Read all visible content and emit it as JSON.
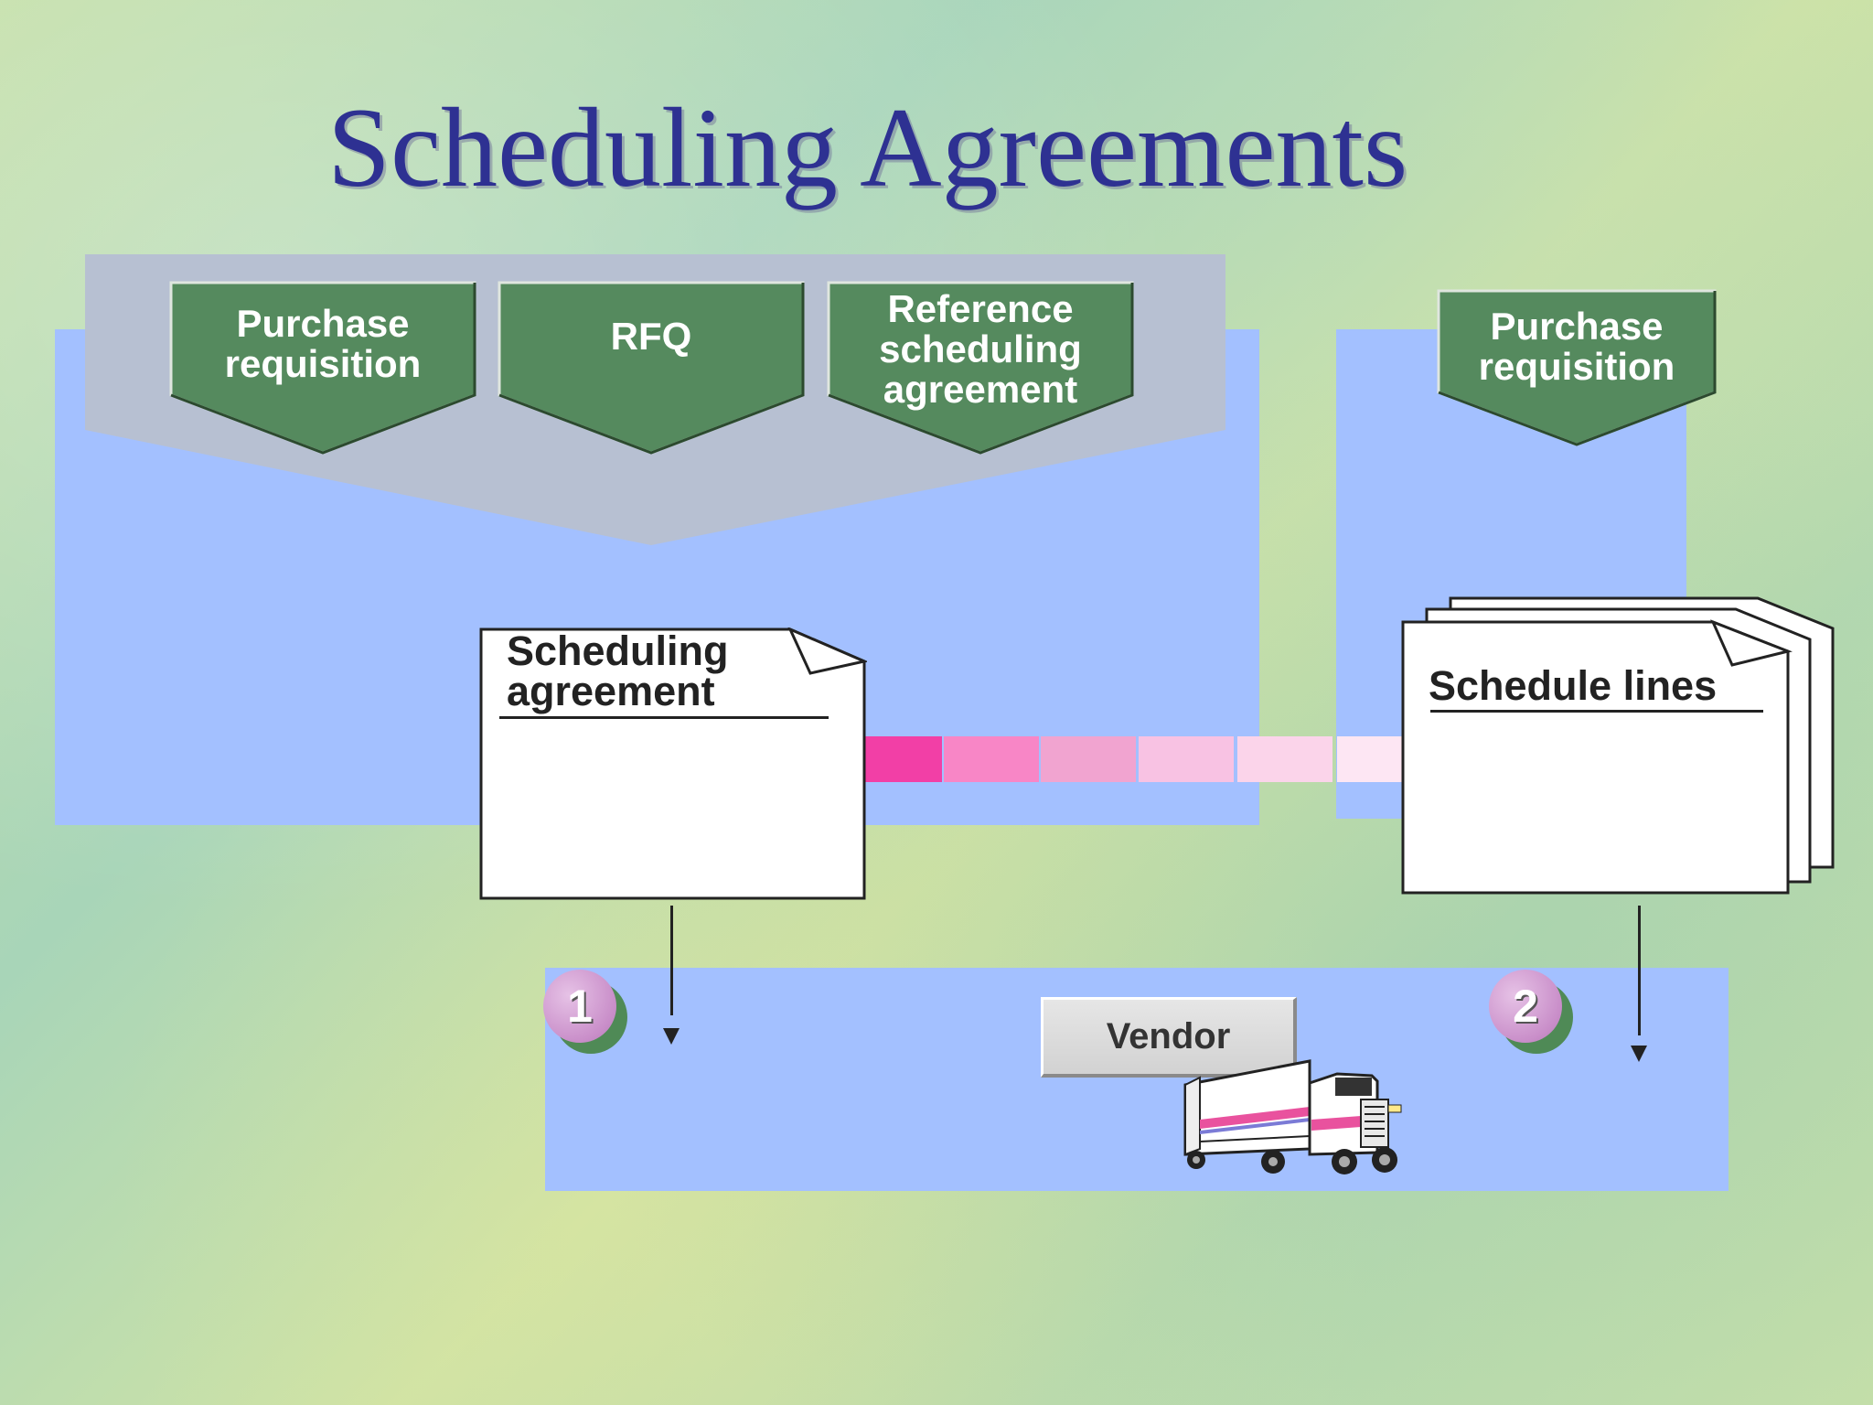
{
  "title": "Scheduling Agreements",
  "sources": [
    {
      "label": "Purchase\nrequisition"
    },
    {
      "label": "RFQ"
    },
    {
      "label": "Reference\nscheduling\nagreement"
    }
  ],
  "right_source": {
    "label": "Purchase\nrequisition"
  },
  "documents": {
    "scheduling_agreement": "Scheduling\nagreement",
    "schedule_lines": "Schedule lines"
  },
  "steps": [
    "1",
    "2"
  ],
  "vendor": "Vendor",
  "colors": {
    "title": "#2e3192",
    "panel": "#a3c0ff",
    "grey_band": "#b7c0d2",
    "chevron": "#558a5e",
    "strip": [
      "#f23fa6",
      "#f886c6",
      "#f1a4d0",
      "#f8c2e3",
      "#fbd4ea",
      "#fde6f3"
    ],
    "badge": "#c98ec9"
  },
  "icons": [
    "truck-icon",
    "document-icon",
    "stacked-documents-icon"
  ]
}
